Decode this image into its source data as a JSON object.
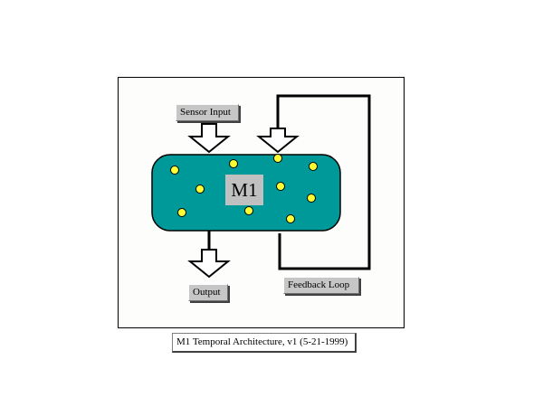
{
  "diagram": {
    "module_label": "M1",
    "sensor_input_label": "Sensor Input",
    "output_label": "Output",
    "feedback_loop_label": "Feedback Loop",
    "caption": "M1 Temporal Architecture, v1 (5-21-1999)"
  },
  "colors": {
    "module_fill": "#009999",
    "node_fill": "#ffff33",
    "label_fill": "#c6c6c6"
  }
}
